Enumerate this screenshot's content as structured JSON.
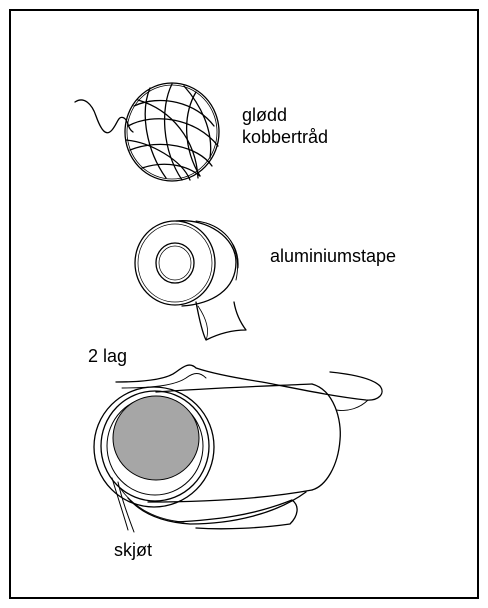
{
  "labels": {
    "glodd_line1": "glødd",
    "glodd_line2": "kobbertråd",
    "aluminium_tape": "aluminiumstape",
    "two_layers": "2 lag",
    "joint": "skjøt"
  },
  "colors": {
    "line": "#000000",
    "core_fill": "#a6a6a6",
    "background": "#ffffff"
  }
}
